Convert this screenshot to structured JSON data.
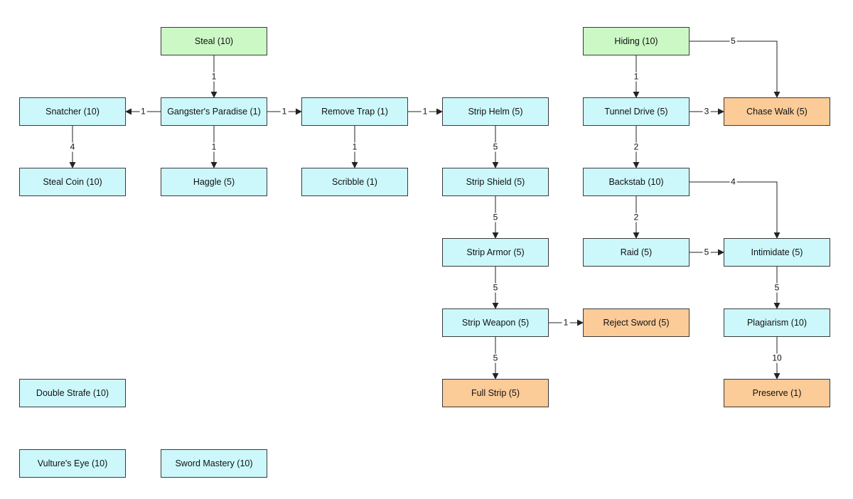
{
  "colors": {
    "root": "#ccf8c6",
    "skill": "#ccf8fb",
    "final": "#fbcb98",
    "line": "#222222"
  },
  "nodes": [
    {
      "id": "steal",
      "label": "Steal (10)",
      "kind": "root"
    },
    {
      "id": "hiding",
      "label": "Hiding (10)",
      "kind": "root"
    },
    {
      "id": "snatcher",
      "label": "Snatcher (10)",
      "kind": "mid"
    },
    {
      "id": "gangster",
      "label": "Gangster's Paradise (1)",
      "kind": "mid"
    },
    {
      "id": "removetrap",
      "label": "Remove Trap (1)",
      "kind": "mid"
    },
    {
      "id": "striphelm",
      "label": "Strip Helm (5)",
      "kind": "mid"
    },
    {
      "id": "tunneldrive",
      "label": "Tunnel Drive (5)",
      "kind": "mid"
    },
    {
      "id": "chasewalk",
      "label": "Chase Walk (5)",
      "kind": "end"
    },
    {
      "id": "stealcoin",
      "label": "Steal Coin (10)",
      "kind": "mid"
    },
    {
      "id": "haggle",
      "label": "Haggle (5)",
      "kind": "mid"
    },
    {
      "id": "scribble",
      "label": "Scribble (1)",
      "kind": "mid"
    },
    {
      "id": "stripshield",
      "label": "Strip Shield (5)",
      "kind": "mid"
    },
    {
      "id": "backstab",
      "label": "Backstab (10)",
      "kind": "mid"
    },
    {
      "id": "striparmor",
      "label": "Strip Armor (5)",
      "kind": "mid"
    },
    {
      "id": "raid",
      "label": "Raid (5)",
      "kind": "mid"
    },
    {
      "id": "intimidate",
      "label": "Intimidate (5)",
      "kind": "mid"
    },
    {
      "id": "stripweapon",
      "label": "Strip Weapon (5)",
      "kind": "mid"
    },
    {
      "id": "rejectsword",
      "label": "Reject Sword (5)",
      "kind": "end"
    },
    {
      "id": "plagiarism",
      "label": "Plagiarism (10)",
      "kind": "mid"
    },
    {
      "id": "doublestrafe",
      "label": "Double Strafe (10)",
      "kind": "mid"
    },
    {
      "id": "fullstrip",
      "label": "Full Strip (5)",
      "kind": "end"
    },
    {
      "id": "preserve",
      "label": "Preserve (1)",
      "kind": "end"
    },
    {
      "id": "vulture",
      "label": "Vulture's Eye (10)",
      "kind": "mid"
    },
    {
      "id": "swordmastery",
      "label": "Sword Mastery (10)",
      "kind": "mid"
    }
  ],
  "edges": [
    {
      "from": "steal",
      "to": "gangster",
      "label": "1"
    },
    {
      "from": "gangster",
      "to": "snatcher",
      "label": "1"
    },
    {
      "from": "gangster",
      "to": "removetrap",
      "label": "1"
    },
    {
      "from": "gangster",
      "to": "haggle",
      "label": "1"
    },
    {
      "from": "snatcher",
      "to": "stealcoin",
      "label": "4"
    },
    {
      "from": "removetrap",
      "to": "striphelm",
      "label": "1"
    },
    {
      "from": "removetrap",
      "to": "scribble",
      "label": "1"
    },
    {
      "from": "striphelm",
      "to": "stripshield",
      "label": "5"
    },
    {
      "from": "stripshield",
      "to": "striparmor",
      "label": "5"
    },
    {
      "from": "striparmor",
      "to": "stripweapon",
      "label": "5"
    },
    {
      "from": "stripweapon",
      "to": "rejectsword",
      "label": "1"
    },
    {
      "from": "stripweapon",
      "to": "fullstrip",
      "label": "5"
    },
    {
      "from": "hiding",
      "to": "tunneldrive",
      "label": "1"
    },
    {
      "from": "hiding",
      "to": "chasewalk",
      "label": "5"
    },
    {
      "from": "tunneldrive",
      "to": "chasewalk",
      "label": "3"
    },
    {
      "from": "tunneldrive",
      "to": "backstab",
      "label": "2"
    },
    {
      "from": "backstab",
      "to": "raid",
      "label": "2"
    },
    {
      "from": "backstab",
      "to": "intimidate",
      "label": "4"
    },
    {
      "from": "raid",
      "to": "intimidate",
      "label": "5"
    },
    {
      "from": "intimidate",
      "to": "plagiarism",
      "label": "5"
    },
    {
      "from": "plagiarism",
      "to": "preserve",
      "label": "10"
    }
  ]
}
